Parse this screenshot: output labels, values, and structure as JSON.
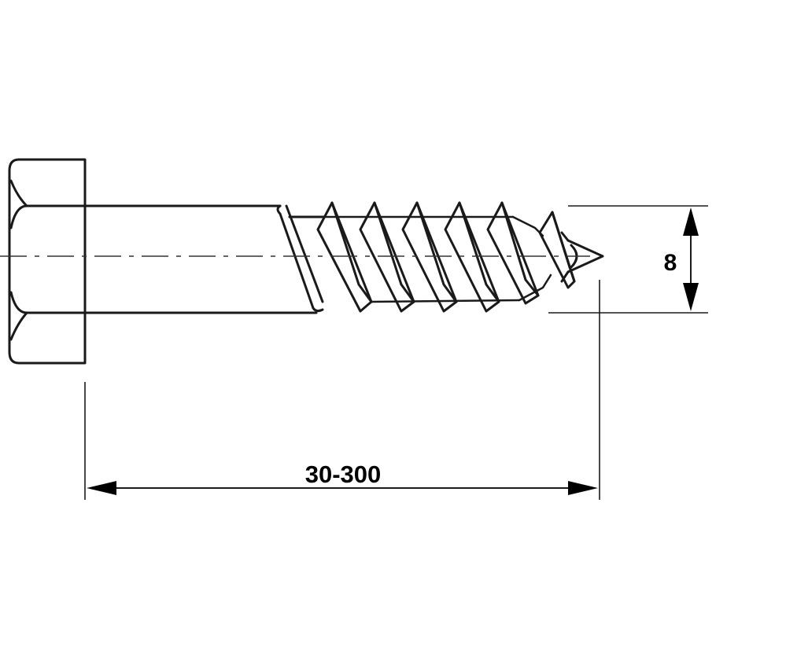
{
  "drawing": {
    "subject": "hex-head-wood-screw",
    "line_color": "#1a1a1a",
    "centerline_color": "#333333",
    "background": "#ffffff"
  },
  "dimensions": {
    "diameter_label": "8",
    "length_label": "30-300"
  }
}
